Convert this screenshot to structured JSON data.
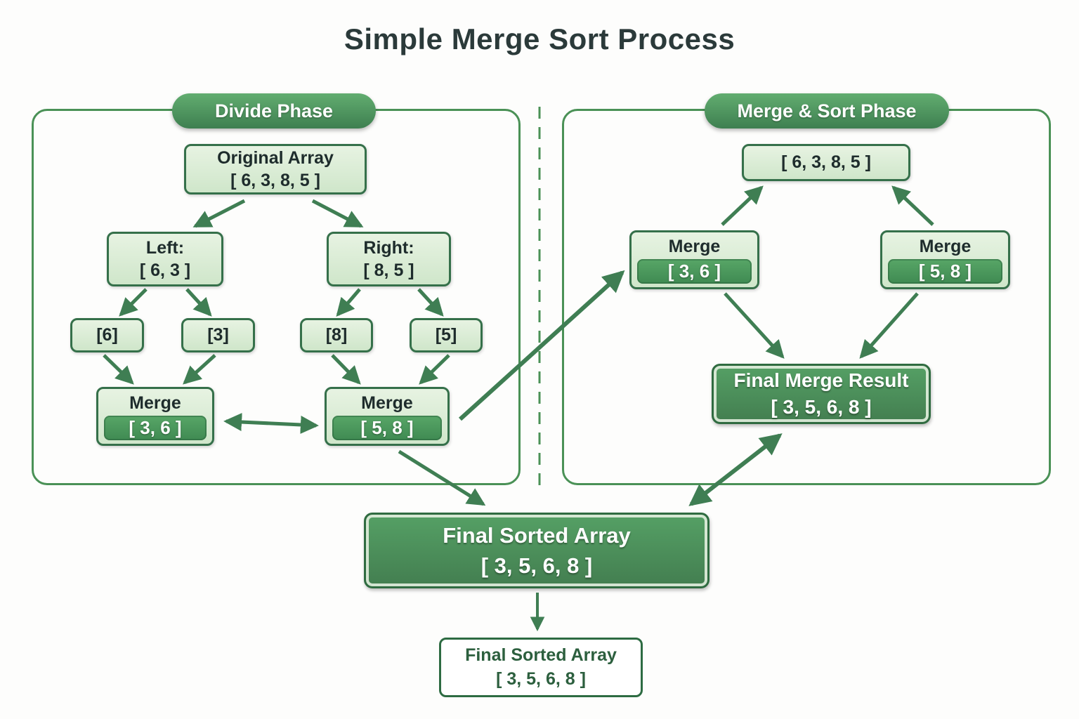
{
  "title": "Simple Merge Sort Process",
  "colors": {
    "panel_border": "#4a9156",
    "light_box_fill": "#d9ecd5",
    "box_border": "#35704a",
    "badge_green": "#4a9a5c",
    "dark_box_green": "#4e965d",
    "arrow_green": "#3f7e53",
    "title_text": "#2b3a3a",
    "white_text": "#ffffff"
  },
  "divide": {
    "label": "Divide Phase",
    "original": {
      "title": "Original Array",
      "value": "[ 6, 3, 8, 5 ]"
    },
    "left": {
      "title": "Left:",
      "value": "[ 6, 3 ]"
    },
    "right": {
      "title": "Right:",
      "value": "[ 8, 5 ]"
    },
    "singles": [
      "[6]",
      "[3]",
      "[8]",
      "[5]"
    ],
    "merge_left": {
      "title": "Merge",
      "value": "[ 3, 6 ]"
    },
    "merge_right": {
      "title": "Merge",
      "value": "[ 5, 8 ]"
    }
  },
  "merge": {
    "label": "Merge & Sort Phase",
    "top_value": "[ 6, 3, 8, 5 ]",
    "merge_left": {
      "title": "Merge",
      "value": "[ 3, 6 ]"
    },
    "merge_right": {
      "title": "Merge",
      "value": "[ 5, 8 ]"
    },
    "final": {
      "title": "Final Merge Result",
      "value": "[ 3, 5, 6, 8 ]"
    }
  },
  "final_banner": {
    "title": "Final Sorted Array",
    "value": "[ 3, 5, 6, 8 ]"
  },
  "final_note": {
    "title": "Final Sorted Array",
    "value": "[ 3, 5, 6, 8 ]"
  }
}
